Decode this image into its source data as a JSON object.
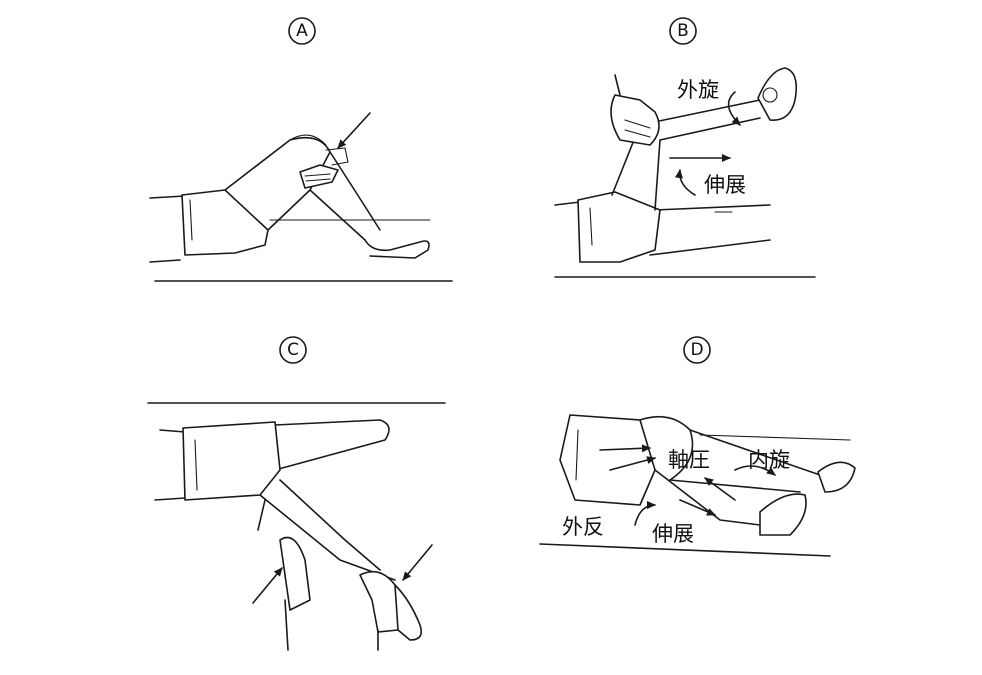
{
  "panels": [
    {
      "id": "A",
      "label": "A"
    },
    {
      "id": "B",
      "label": "B",
      "annotations": {
        "rotation": "外旋",
        "extension": "伸展"
      }
    },
    {
      "id": "C",
      "label": "C"
    },
    {
      "id": "D",
      "label": "D",
      "annotations": {
        "axial": "軸圧",
        "internal_rotation": "内旋",
        "valgus": "外反",
        "extension": "伸展"
      }
    }
  ]
}
